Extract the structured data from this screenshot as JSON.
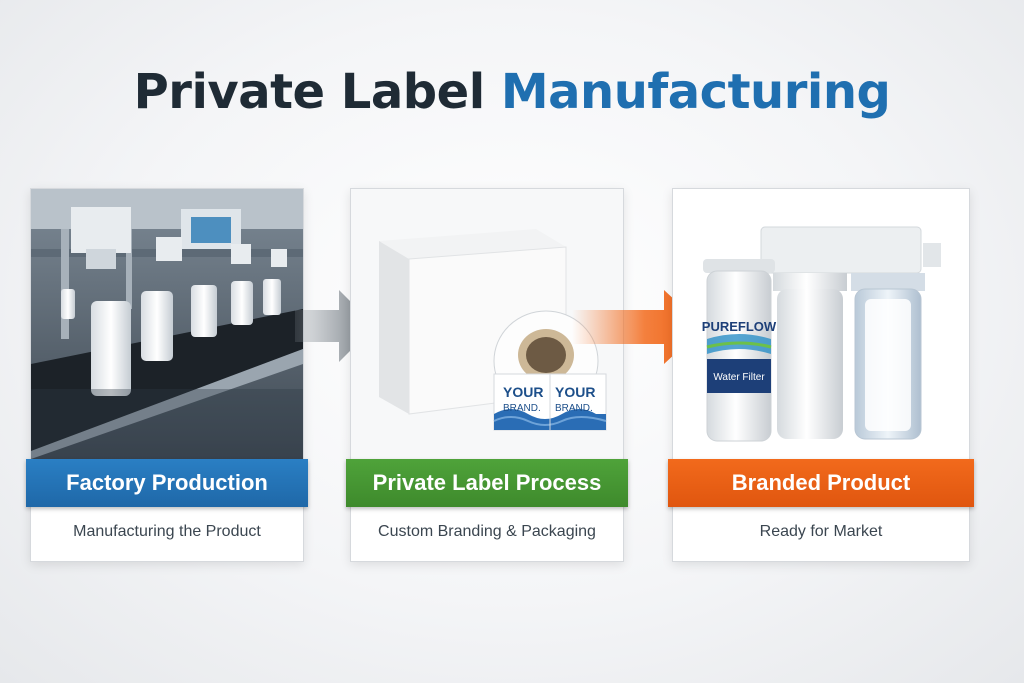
{
  "title": {
    "part1": "Private Label",
    "part2": "Manufacturing"
  },
  "steps": [
    {
      "banner": "Factory Production",
      "subtitle": "Manufacturing the Product",
      "color": "#1f6fb0"
    },
    {
      "banner": "Private Label Process",
      "subtitle": "Custom Branding & Packaging",
      "color": "#45972f"
    },
    {
      "banner": "Branded Product",
      "subtitle": "Ready for Market",
      "color": "#ee6114"
    }
  ],
  "label_roll": {
    "text1": "YOUR",
    "text2": "BRAND."
  },
  "product": {
    "brand": "PUREFLOW",
    "name": "Water Filter"
  },
  "icons": {
    "arrow1": "arrow-right-gray-icon",
    "arrow2": "arrow-right-orange-icon"
  }
}
